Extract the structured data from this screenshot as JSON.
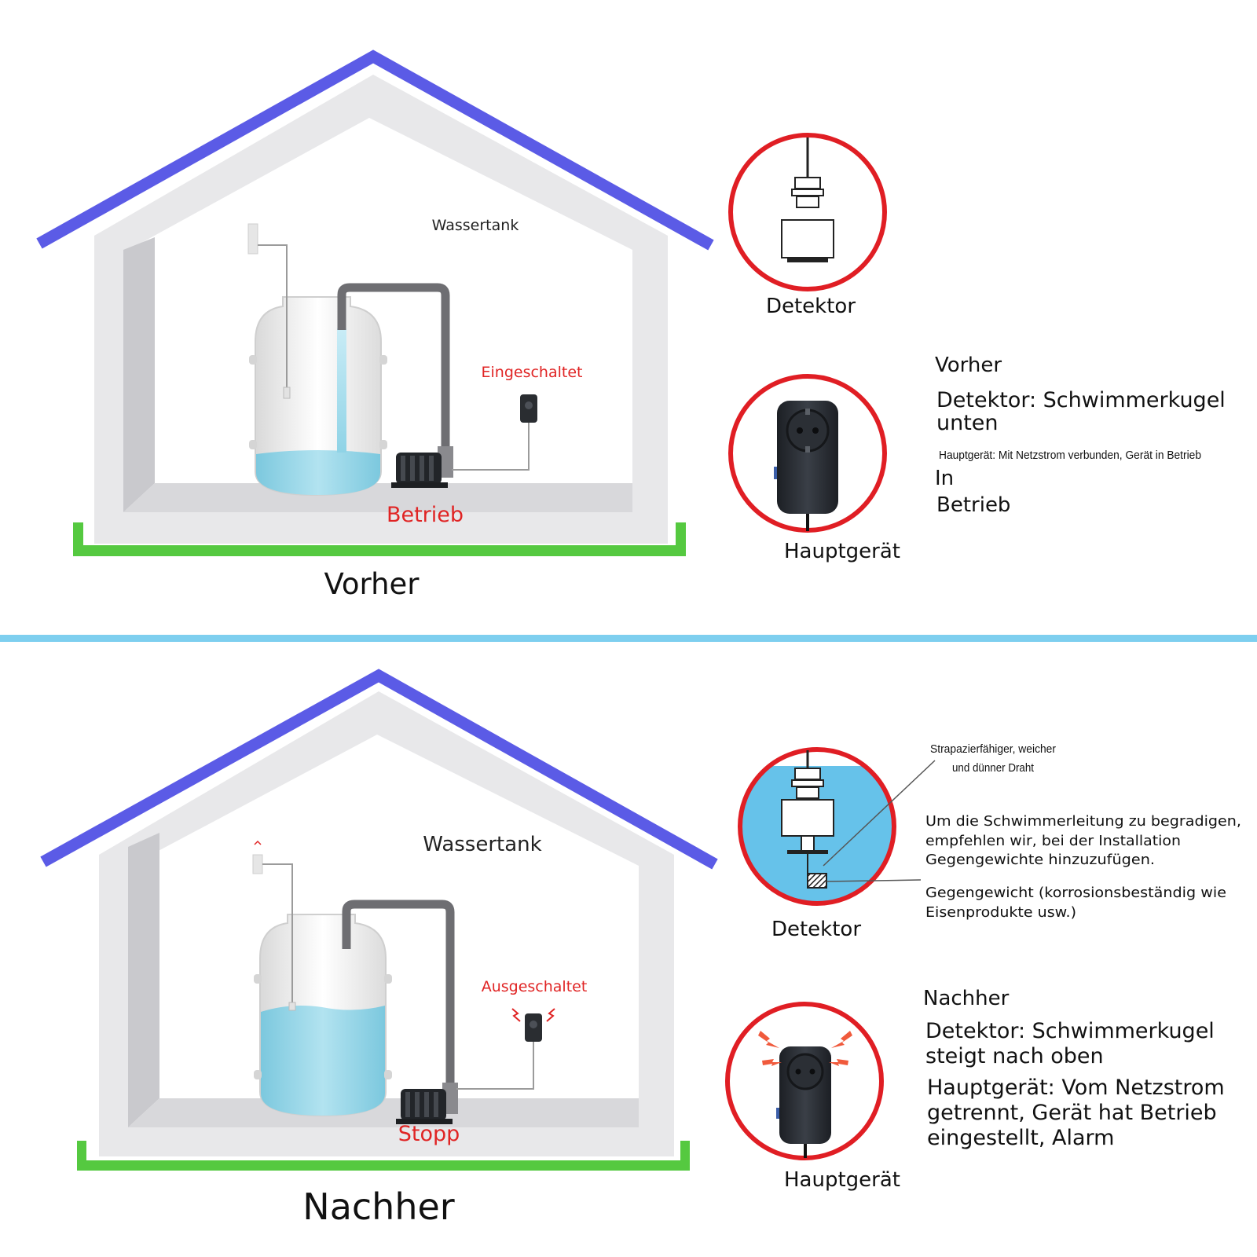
{
  "top": {
    "wassertank": "Wassertank",
    "eingeschaltet": "Eingeschaltet",
    "betrieb": "Betrieb",
    "caption": "Vorher",
    "detektor": "Detektor",
    "hauptgeraet": "Hauptgerät",
    "info": {
      "heading": "Vorher",
      "detektor_line1": "Detektor: Schwimmerkugel",
      "detektor_line2": "unten",
      "haupt_small": "Hauptgerät: Mit Netzstrom verbunden, Gerät in Betrieb",
      "in": "In",
      "betrieb": "Betrieb"
    }
  },
  "bottom": {
    "wassertank": "Wassertank",
    "ausgeschaltet": "Ausgeschaltet",
    "stopp": "Stopp",
    "caption": "Nachher",
    "detektor": "Detektor",
    "hauptgeraet": "Hauptgerät",
    "wire_line1": "Strapazierfähiger, weicher",
    "wire_line2": "und dünner Draht",
    "tip_line1": "Um die Schwimmerleitung zu begradigen,",
    "tip_line2": "empfehlen wir, bei der Installation",
    "tip_line3": "Gegengewichte hinzuzufügen.",
    "weight_line1": "Gegengewicht (korrosionsbeständig wie",
    "weight_line2": "Eisenprodukte usw.)",
    "info": {
      "heading": "Nachher",
      "detektor_line1": "Detektor: Schwimmerkugel",
      "detektor_line2": "steigt nach oben",
      "haupt_line1": "Hauptgerät: Vom Netzstrom",
      "haupt_line2": "getrennt, Gerät hat Betrieb",
      "haupt_line3": "eingestellt, Alarm"
    }
  },
  "colors": {
    "roof": "#5b5be6",
    "ground": "#55c940",
    "divider": "#7ecfef",
    "water": "#8fd3e6",
    "callout_ring": "#e01e24",
    "status_red": "#e02424"
  },
  "icons": [
    "float-switch-icon",
    "socket-device-icon",
    "pump-icon",
    "alarm-spark-icon"
  ]
}
